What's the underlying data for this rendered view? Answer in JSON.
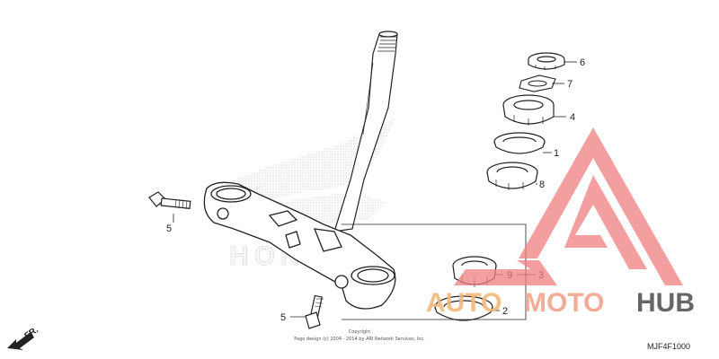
{
  "diagram": {
    "callouts": {
      "c1": "1",
      "c2": "2",
      "c3": "3",
      "c4": "4",
      "c5a": "5",
      "c5b": "5",
      "c6": "6",
      "c7": "7",
      "c8": "8",
      "c9": "9"
    },
    "front_marker": "FR.",
    "copyright_line1": "Copyright",
    "copyright_line2": "Page design (c) 2004 - 2014 by ARI Network Services, Inc.",
    "figure_code": "MJF4F1000",
    "background_logo_text": "HONDA"
  },
  "watermark": {
    "part1": "AUTO",
    "part2": "MOTO",
    "part3": "HUB",
    "colors": {
      "auto": "#f5b77a",
      "moto": "#f2a48c",
      "hub": "#666666",
      "triangle": "#f08080"
    }
  }
}
